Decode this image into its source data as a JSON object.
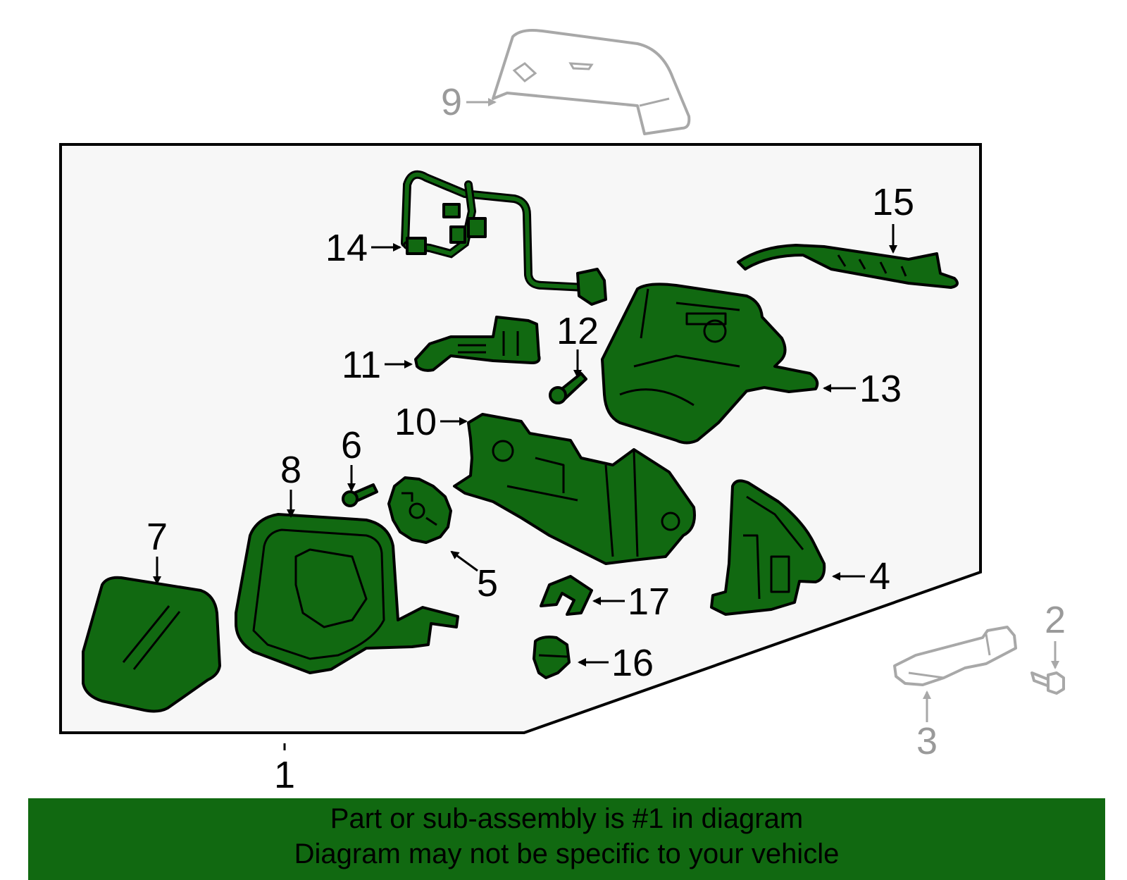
{
  "callouts": {
    "c1": "1",
    "c2": "2",
    "c3": "3",
    "c4": "4",
    "c5": "5",
    "c6": "6",
    "c7": "7",
    "c8": "8",
    "c9": "9",
    "c10": "10",
    "c11": "11",
    "c12": "12",
    "c13": "13",
    "c14": "14",
    "c15": "15",
    "c16": "16",
    "c17": "17"
  },
  "banner": {
    "line1": "Part or sub-assembly is #1 in diagram",
    "line2": "Diagram may not be specific to your vehicle"
  },
  "colors": {
    "part_fill": "#116911",
    "panel_fill": "#f7f7f7",
    "ghost_stroke": "#a8a8a8",
    "banner_bg": "#116911"
  }
}
